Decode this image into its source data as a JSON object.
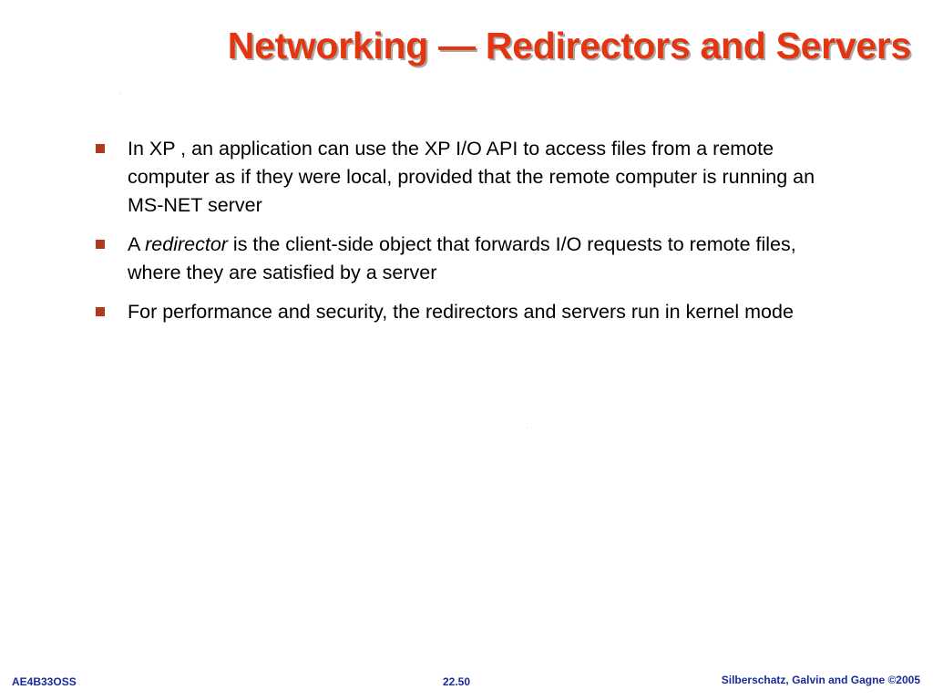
{
  "slide": {
    "title": "Networking — Redirectors and Servers",
    "bullets": [
      {
        "before": "In XP , an application can use the XP I/O API to access files from a remote computer as if they were local, provided that the remote computer is running an MS-NET server",
        "emphasis": "",
        "after": ""
      },
      {
        "before": "A ",
        "emphasis": "redirector",
        "after": " is the client-side object that forwards I/O requests to remote files, where they are satisfied by a server"
      },
      {
        "before": "For performance and security, the redirectors and servers run in kernel mode",
        "emphasis": "",
        "after": ""
      }
    ],
    "footer": {
      "course": "AE4B33OSS",
      "page": "22.50",
      "credit": "Silberschatz, Galvin and Gagne ©2005"
    }
  },
  "colors": {
    "title": "#e3350f",
    "bullet_marker": "#b03a1a",
    "footer": "#1a2a9a"
  },
  "icons": {
    "bullet": "square-bullet-icon"
  }
}
